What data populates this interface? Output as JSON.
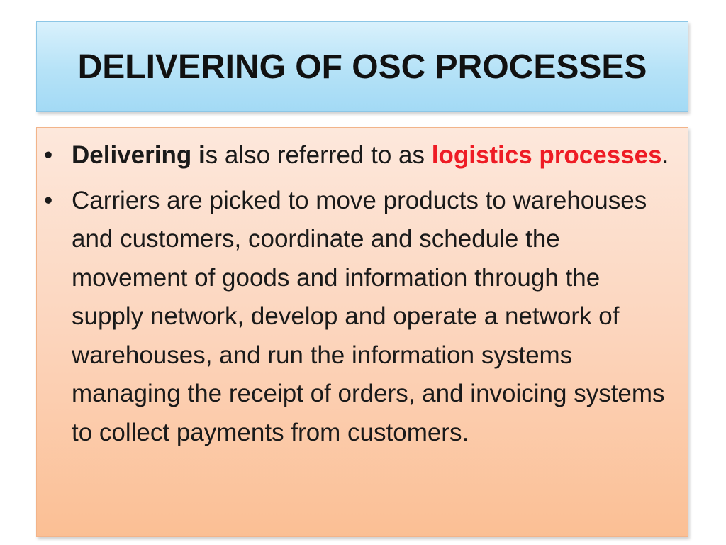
{
  "slide": {
    "title": "DELIVERING OF OSC PROCESSES",
    "bullets": [
      {
        "segments": {
          "term": "Delivering i",
          "text_a": "s also referred to as ",
          "highlight": "logistics processes",
          "text_b": "."
        }
      },
      {
        "text": "Carriers are picked to move products to warehouses and customers, coordinate and schedule the movement of goods and information through the supply network, develop and operate a network of warehouses, and run the information systems managing the receipt of orders, and invoicing systems to collect payments from customers."
      }
    ],
    "colors": {
      "highlight": "#ee1c25",
      "title_bg": "#b5e2f7",
      "content_bg": "#fcd5bd"
    }
  }
}
